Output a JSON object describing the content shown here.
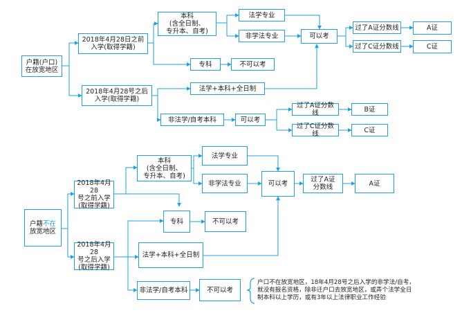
{
  "colors": {
    "accent": "#1ea0e6",
    "text": "#222222",
    "background": "#ffffff"
  },
  "diagram1": {
    "root": "户籍(户口)\n在放宽地区",
    "before": "2018年4月28日之前\n入学(取得学籍)",
    "after": "2018年4月28号之后\n入学(取得学籍)",
    "benke": "本科\n(含全日制、\n专升本、自考)",
    "fa": "法学专业",
    "feifa": "非学法专业",
    "keyi": "可以考",
    "guoA": "过了A证分数线",
    "guoC": "过了C证分数线",
    "A": "A证",
    "C": "C证",
    "zhuanke": "专科",
    "bukeyi": "不可以考",
    "faxue_benke": "法学+本科+全日制",
    "feifa_zikao": "非法学/自考本科",
    "keyi2": "可以考",
    "guoA2": "过了A证分数线",
    "guoC2": "过了C证分数线",
    "B": "B证",
    "C2": "C证"
  },
  "diagram2": {
    "root_a": "户籍",
    "root_b": "不在",
    "root_c": "\n放宽地区",
    "before": "2018年4月28\n号之前入学\n(取得学籍)",
    "after": "2018年4月28\n号之后入学\n(取得学籍)",
    "benke": "本科\n(含全日制、\n专升本、自考)",
    "fa": "法学专业",
    "feifa": "非学法专业",
    "keyi": "可以考",
    "guoA": "过了A证\n分数线",
    "A": "A证",
    "zhuanke": "专科",
    "bukeyi": "不可以考",
    "faxue_benke": "法学+本科+全日制",
    "feifa_zikao": "非法学/自考本科",
    "bukeyi2": "不可以考",
    "note": "户口不在放宽地区，18年4月28号之后入学的非学法/自考，\n就没有报名资格，除非迁户口去放宽地区，或弄个法学全日\n制本科以上学历，或有3年以上法律职业工作经验"
  }
}
